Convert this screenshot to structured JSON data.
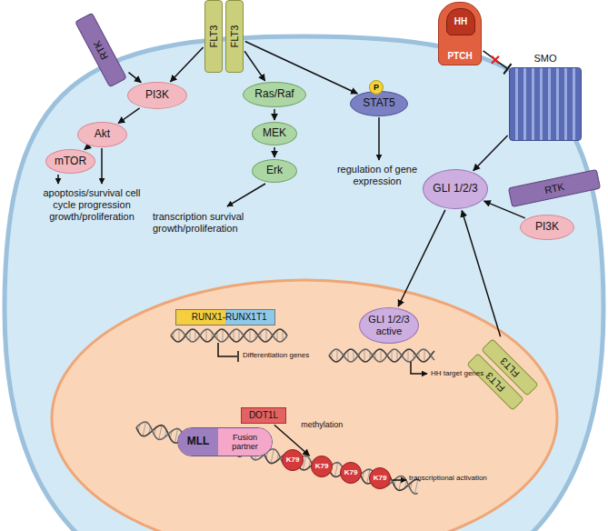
{
  "diagram": {
    "nodes": [
      {
        "text": [
          "RTK"
        ]
      },
      {
        "text": [
          "FLT3"
        ]
      },
      {
        "text": [
          "FLT3"
        ]
      },
      {
        "text": [
          "PI3K"
        ]
      },
      {
        "text": [
          "Akt"
        ]
      },
      {
        "text": [
          "mTOR"
        ]
      },
      {
        "text": [
          "Ras/Raf"
        ]
      },
      {
        "text": [
          "MEK"
        ]
      },
      {
        "text": [
          "Erk"
        ]
      },
      {
        "text": [
          "STAT5"
        ]
      },
      {
        "text": [
          "P"
        ],
        "in": 9
      },
      {
        "text": [
          "PTCH"
        ]
      },
      {
        "text": [
          "HH"
        ],
        "in": 11
      },
      {
        "text": [
          "SMO"
        ]
      },
      {
        "text": [
          "GLI 1/2/3"
        ]
      },
      {
        "text": [
          "RTK"
        ]
      },
      {
        "text": [
          "PI3K"
        ]
      },
      {
        "text": [
          "FLT3"
        ]
      },
      {
        "text": [
          "FLT3"
        ]
      },
      {
        "text": [
          "RUNX1-",
          "RUNX1T1"
        ]
      },
      {
        "text": [
          "GLI 1/2/3 active"
        ]
      },
      {
        "text": [
          "MLL",
          "Fusion partner"
        ]
      },
      {
        "text": [
          "DOT1L"
        ]
      },
      {
        "text": [
          "K79"
        ]
      },
      {
        "text": [
          "K79"
        ]
      },
      {
        "text": [
          "K79"
        ]
      },
      {
        "text": [
          "K79"
        ]
      }
    ],
    "edges": [
      {
        "from": 0,
        "to": 3,
        "arrow": "to"
      },
      {
        "from": 1,
        "to": 3,
        "arrow": "to"
      },
      {
        "from": 2,
        "to": 6,
        "arrow": "to"
      },
      {
        "from": 2,
        "to": 9,
        "arrow": "to"
      },
      {
        "from": 3,
        "to": 4,
        "arrow": "to"
      },
      {
        "from": 4,
        "to": 5,
        "arrow": "to"
      },
      {
        "from": 6,
        "to": 7,
        "arrow": "to"
      },
      {
        "from": 7,
        "to": 8,
        "arrow": "to"
      },
      {
        "from": 11,
        "to": 13,
        "arrow": "to"
      },
      {
        "from": 13,
        "to": 14,
        "arrow": "to"
      },
      {
        "from": 16,
        "to": 14,
        "arrow": "to"
      },
      {
        "from": 18,
        "to": 14,
        "arrow": "to"
      },
      {
        "from": 14,
        "to": 20,
        "arrow": "to"
      },
      {
        "from": 22,
        "to": 24,
        "label": "methylation",
        "arrow": "to"
      }
    ],
    "labels": [
      "apoptosis/survival cell cycle progression growth/proliferation",
      "transcription survival growth/proliferation",
      "regulation of gene expression",
      "Differentiation genes",
      "HH target genes",
      "transcriptional activation"
    ]
  }
}
